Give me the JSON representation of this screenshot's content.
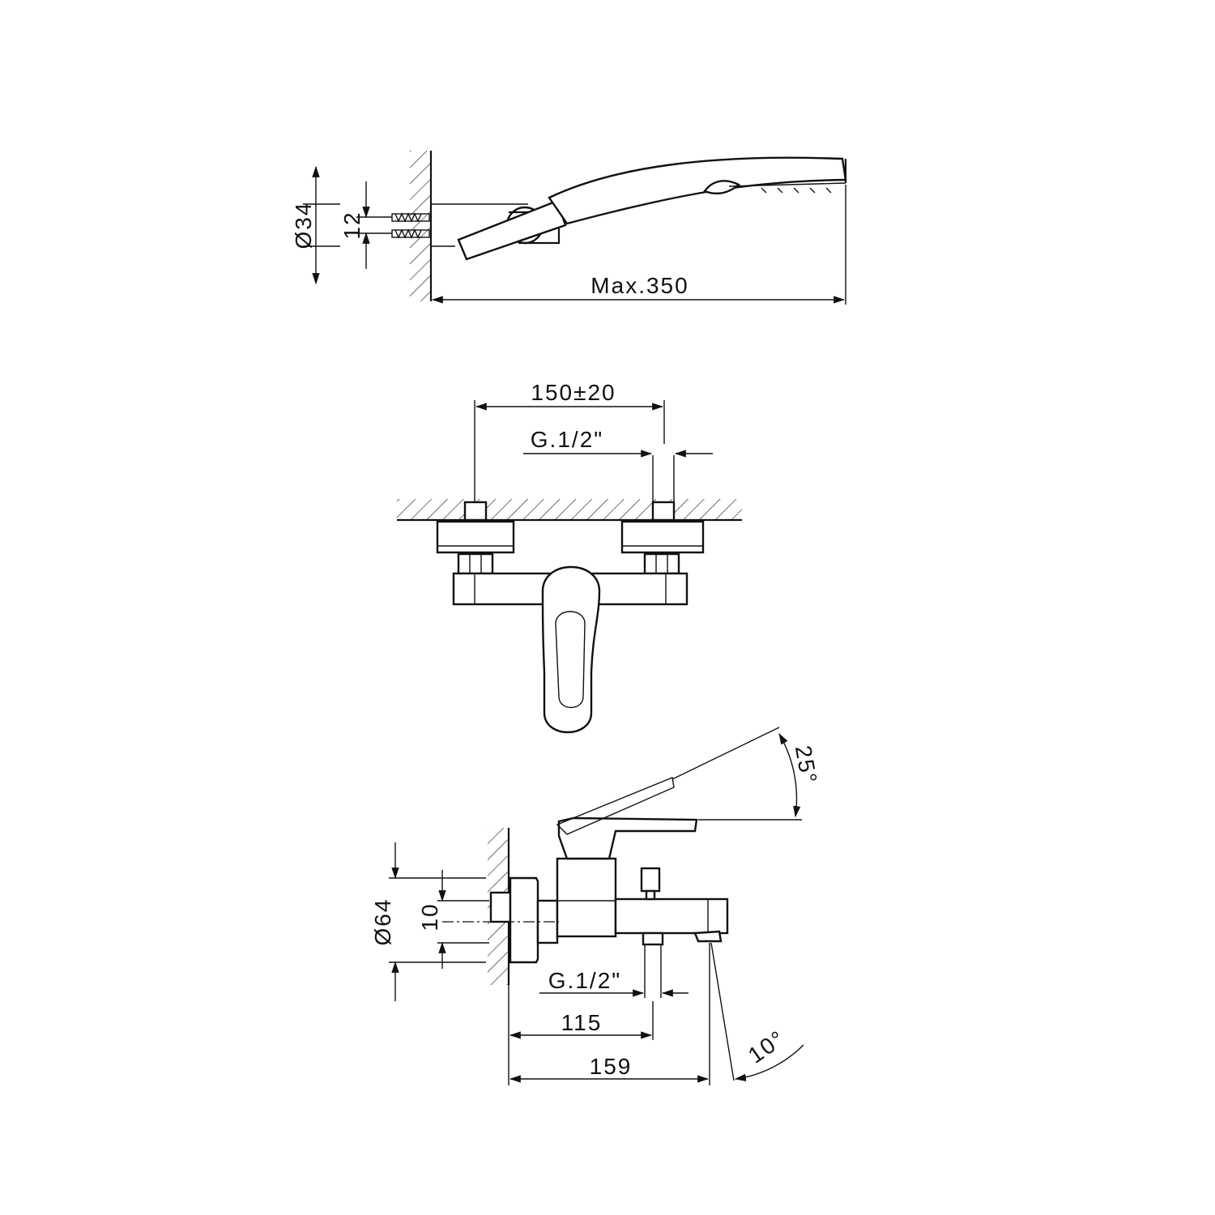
{
  "dimensions": {
    "hand_shower_diameter": "Ø34",
    "hand_shower_offset": "12",
    "hand_shower_max_length": "Max.350",
    "inlet_spacing": "150±20",
    "top_connection_thread": "G.1/2\"",
    "handle_angle": "25°",
    "body_diameter": "Ø64",
    "body_offset": "10",
    "bottom_connection_thread": "G.1/2\"",
    "outlet_distance": "115",
    "spout_projection": "159",
    "spout_angle": "10°"
  }
}
